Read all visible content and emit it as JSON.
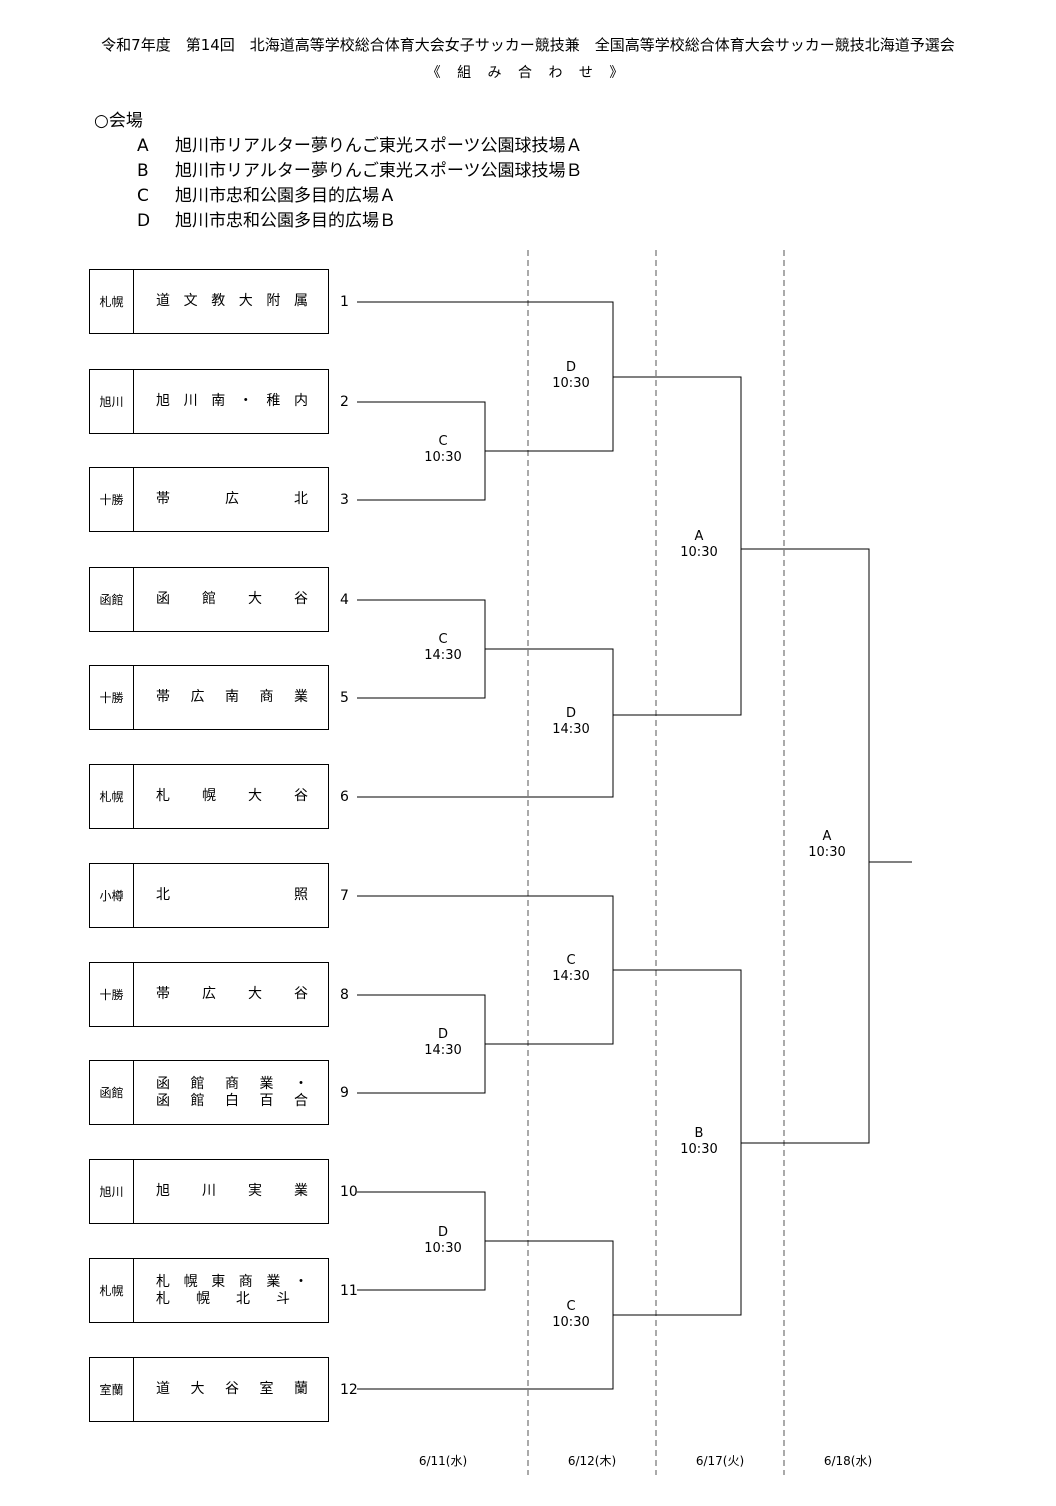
{
  "header": {
    "title": "令和7年度　第14回　北海道高等学校総合体育大会女子サッカー競技兼　全国高等学校総合体育大会サッカー競技北海道予選会",
    "subtitle": "《 組 み 合 わ せ 》"
  },
  "venues": {
    "heading": "○会場",
    "items": [
      {
        "letter": "A",
        "name": "旭川市リアルター夢りんご東光スポーツ公園球技場Ａ"
      },
      {
        "letter": "B",
        "name": "旭川市リアルター夢りんご東光スポーツ公園球技場Ｂ"
      },
      {
        "letter": "C",
        "name": "旭川市忠和公園多目的広場Ａ"
      },
      {
        "letter": "D",
        "name": "旭川市忠和公園多目的広場Ｂ"
      }
    ]
  },
  "teams": [
    {
      "seed": "1",
      "region": "札幌",
      "lines": [
        [
          "道",
          "文",
          "教",
          "大",
          "附",
          "属"
        ]
      ]
    },
    {
      "seed": "2",
      "region": "旭川",
      "lines": [
        [
          "旭",
          "川",
          "南",
          "・",
          "稚",
          "内"
        ]
      ]
    },
    {
      "seed": "3",
      "region": "十勝",
      "lines": [
        [
          "帯",
          "広",
          "北"
        ]
      ]
    },
    {
      "seed": "4",
      "region": "函館",
      "lines": [
        [
          "函",
          "館",
          "大",
          "谷"
        ]
      ]
    },
    {
      "seed": "5",
      "region": "十勝",
      "lines": [
        [
          "帯",
          "広",
          "南",
          "商",
          "業"
        ]
      ]
    },
    {
      "seed": "6",
      "region": "札幌",
      "lines": [
        [
          "札",
          "幌",
          "大",
          "谷"
        ]
      ]
    },
    {
      "seed": "7",
      "region": "小樽",
      "lines": [
        [
          "北",
          "照"
        ]
      ]
    },
    {
      "seed": "8",
      "region": "十勝",
      "lines": [
        [
          "帯",
          "広",
          "大",
          "谷"
        ]
      ]
    },
    {
      "seed": "9",
      "region": "函館",
      "lines": [
        [
          "函",
          "館",
          "商",
          "業",
          "・"
        ],
        [
          "函",
          "館",
          "白",
          "百",
          "合"
        ]
      ]
    },
    {
      "seed": "10",
      "region": "旭川",
      "lines": [
        [
          "旭",
          "川",
          "実",
          "業"
        ]
      ]
    },
    {
      "seed": "11",
      "region": "札幌",
      "lines": [
        [
          "札",
          "幌",
          "東",
          "商",
          "業",
          "・"
        ],
        [
          "札",
          "幌",
          "北",
          "斗"
        ]
      ]
    },
    {
      "seed": "12",
      "region": "室蘭",
      "lines": [
        [
          "道",
          "大",
          "谷",
          "室",
          "蘭"
        ]
      ]
    }
  ],
  "matches": [
    {
      "venue": "C",
      "time": "10:30"
    },
    {
      "venue": "C",
      "time": "14:30"
    },
    {
      "venue": "D",
      "time": "14:30"
    },
    {
      "venue": "D",
      "time": "10:30"
    },
    {
      "venue": "D",
      "time": "10:30"
    },
    {
      "venue": "D",
      "time": "14:30"
    },
    {
      "venue": "C",
      "time": "14:30"
    },
    {
      "venue": "C",
      "time": "10:30"
    },
    {
      "venue": "A",
      "time": "10:30"
    },
    {
      "venue": "B",
      "time": "10:30"
    },
    {
      "venue": "A",
      "time": "10:30"
    }
  ],
  "dates": [
    "6/11(水)",
    "6/12(木)",
    "6/17(火)",
    "6/18(水)"
  ]
}
